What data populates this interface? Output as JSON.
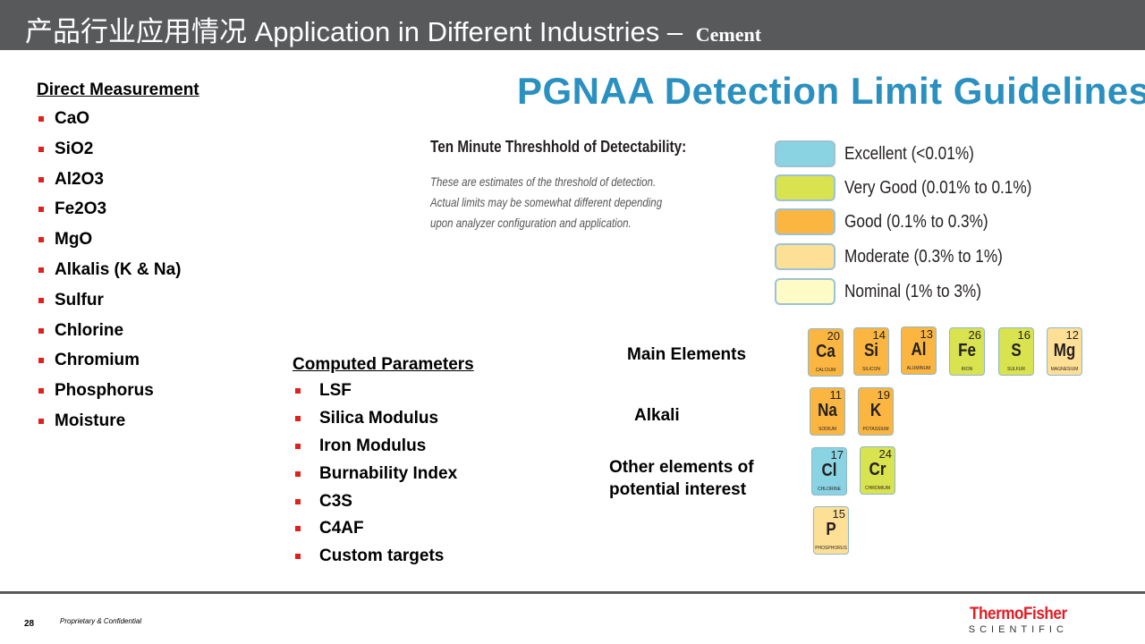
{
  "header": {
    "title": "产品行业应用情况  Application in Different Industries –",
    "subtitle": "Cement"
  },
  "direct": {
    "heading": "Direct Measurement",
    "items": [
      "CaO",
      "SiO2",
      "Al2O3",
      "Fe2O3",
      "MgO",
      "Alkalis (K & Na)",
      "Sulfur",
      "Chlorine",
      "Chromium",
      "Phosphorus",
      "Moisture"
    ]
  },
  "computed": {
    "heading": "Computed Parameters",
    "items": [
      "LSF",
      "Silica Modulus",
      "Iron Modulus",
      "Burnability Index",
      "C3S",
      "C4AF",
      "Custom targets"
    ]
  },
  "pgnaa": {
    "title": "PGNAA Detection Limit Guidelines",
    "threshold_title": "Ten Minute Threshhold of Detectability:",
    "note": [
      "These are estimates of the threshold of detection.",
      "Actual limits may be somewhat different depending",
      "upon analyzer configuration and application."
    ],
    "legend": [
      {
        "label": "Excellent (<0.01%)",
        "color": "#8ad3e2"
      },
      {
        "label": "Very Good (0.01% to 0.1%)",
        "color": "#d9e24f"
      },
      {
        "label": "Good (0.1% to 0.3%)",
        "color": "#fbb642"
      },
      {
        "label": "Moderate (0.3% to 1%)",
        "color": "#fedf96"
      },
      {
        "label": "Nominal (1% to 3%)",
        "color": "#fffbc6"
      }
    ]
  },
  "groups": {
    "main": "Main Elements",
    "alkali": "Alkali",
    "other": "Other elements of potential interest"
  },
  "elements": [
    {
      "num": "20",
      "sym": "Ca",
      "name": "CALCIUM",
      "color": "#fbb642"
    },
    {
      "num": "14",
      "sym": "Si",
      "name": "SILICON",
      "color": "#fbb642"
    },
    {
      "num": "13",
      "sym": "Al",
      "name": "ALUMINUM",
      "color": "#fbb642"
    },
    {
      "num": "26",
      "sym": "Fe",
      "name": "IRON",
      "color": "#d9e24f"
    },
    {
      "num": "16",
      "sym": "S",
      "name": "SULFUR",
      "color": "#d9e24f"
    },
    {
      "num": "12",
      "sym": "Mg",
      "name": "MAGNESIUM",
      "color": "#fedf96"
    },
    {
      "num": "11",
      "sym": "Na",
      "name": "SODIUM",
      "color": "#fbb642"
    },
    {
      "num": "19",
      "sym": "K",
      "name": "POTASSIUM",
      "color": "#fbb642"
    },
    {
      "num": "17",
      "sym": "Cl",
      "name": "CHLORINE",
      "color": "#8ad3e2"
    },
    {
      "num": "24",
      "sym": "Cr",
      "name": "CHROMIUM",
      "color": "#d9e24f"
    },
    {
      "num": "15",
      "sym": "P",
      "name": "PHOSPHORUS",
      "color": "#fedf96"
    }
  ],
  "footer": {
    "page": "28",
    "confidential": "Proprietary & Confidential",
    "logo_line1": "ThermoFisher",
    "logo_line2": "SCIENTIFIC"
  }
}
